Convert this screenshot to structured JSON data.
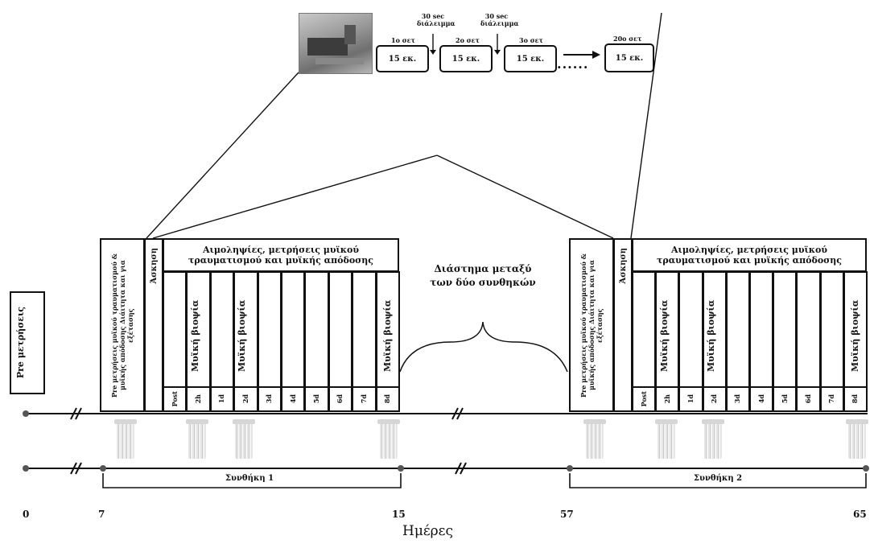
{
  "pre_measurements_label": "Pre μετρήσεις",
  "timeline": {
    "axis_title": "Ημέρες",
    "day_labels": [
      "0",
      "7",
      "15",
      "57",
      "65"
    ],
    "condition_1": "Συνθήκη 1",
    "condition_2": "Συνθήκη 2",
    "gap_text": "Διάστημα μεταξύ των δύο συνθηκών"
  },
  "block_1": {
    "header": "Αιμοληψίες, μετρήσεις μυϊκού τραυματισμού και μυϊκής απόδοσης",
    "pre_column": "Pre μετρήσεις μυϊκού τραυματισμού & μυϊκής απόδοσης Διάιτητα και για εξέτασης",
    "exercise_column": "Άσκηση",
    "biopsy_label": "Μυϊκή βιοψία",
    "days": [
      "Post",
      "2h",
      "1d",
      "2d",
      "3d",
      "4d",
      "5d",
      "6d",
      "7d",
      "8d"
    ]
  },
  "block_2": {
    "header": "Αιμοληψίες, μετρήσεις μυϊκού τραυματισμού και μυϊκής απόδοσης",
    "pre_column": "Pre μετρήσεις μυϊκού τραυματισμού & μυϊκής απόδοσης Διάιτητα και για εξέτασης",
    "exercise_column": "Άσκηση",
    "biopsy_label": "Μυϊκή βιοψία",
    "days": [
      "Post",
      "2h",
      "1d",
      "2d",
      "3d",
      "4d",
      "5d",
      "6d",
      "7d",
      "8d"
    ]
  },
  "protocol": {
    "boxes": [
      "15 εκ.",
      "15 εκ.",
      "15 εκ.",
      "15 εκ."
    ],
    "set_labels": [
      "1ο σετ",
      "2ο σετ",
      "3ο σετ",
      "20ο σετ"
    ],
    "rest_label": "30 sec διάλειμμα",
    "dots": "......"
  }
}
